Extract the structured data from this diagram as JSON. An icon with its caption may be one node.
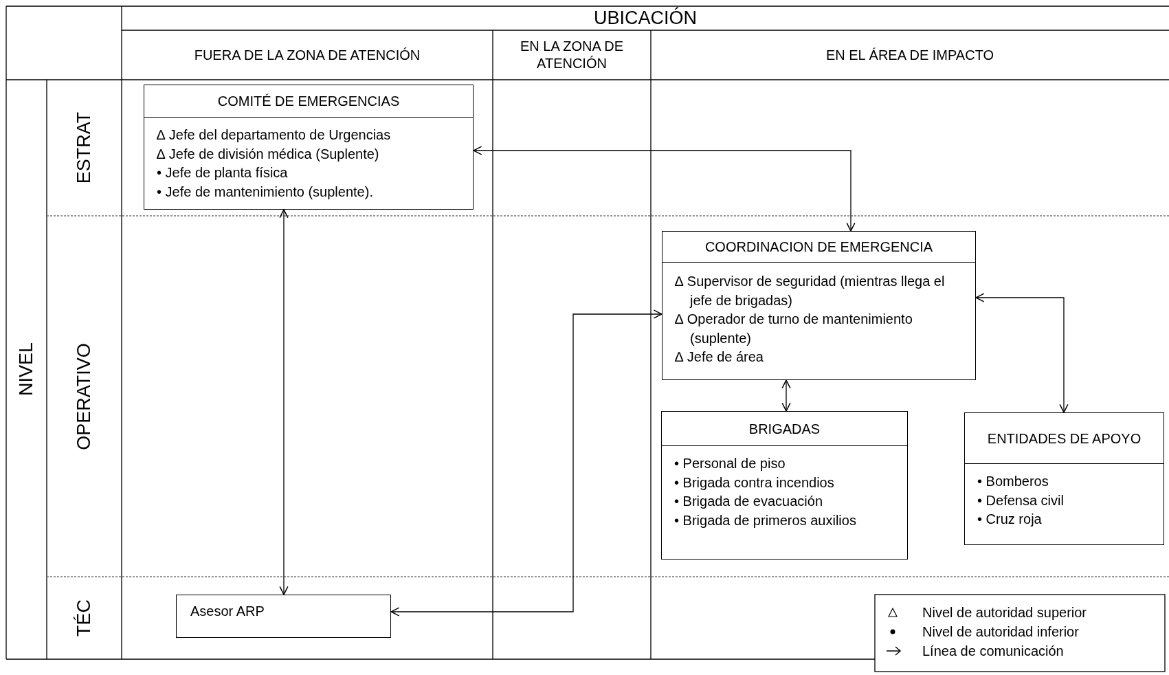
{
  "diagram": {
    "nodes": [
      {
        "text": [
          "COMITÉ DE EMERGENCIAS",
          "∆ Jefe del departamento de Urgencias",
          "∆ Jefe de división médica (Suplente)",
          "• Jefe de planta física",
          "• Jefe de mantenimiento (suplente)."
        ]
      },
      {
        "text": [
          "COORDINACION DE EMERGENCIA",
          "∆ Supervisor de seguridad (mientras llega el jefe de brigadas)",
          "∆ Operador de turno de mantenimiento (suplente)",
          "∆ Jefe de área"
        ]
      },
      {
        "text": [
          "BRIGADAS",
          "• Personal de piso",
          "• Brigada contra incendios",
          "• Brigada de evacuación",
          "• Brigada de primeros auxilios"
        ]
      },
      {
        "text": [
          "ENTIDADES DE APOYO",
          "• Bomberos",
          "• Defensa civil",
          "• Cruz roja"
        ]
      },
      {
        "text": [
          "Asesor ARP"
        ]
      }
    ],
    "edges": [
      {
        "from": 0,
        "to": 1,
        "arrow": "both"
      },
      {
        "from": 0,
        "to": 4,
        "arrow": "both"
      },
      {
        "from": 4,
        "to": 1,
        "arrow": "both"
      },
      {
        "from": 1,
        "to": 2,
        "arrow": "both"
      },
      {
        "from": 1,
        "to": 3,
        "arrow": "both"
      }
    ],
    "labels": [
      "UBICACIÓN",
      "FUERA DE LA ZONA DE ATENCIÓN",
      "EN LA ZONA DE ATENCIÓN",
      "EN EL ÁREA DE IMPACTO",
      "NIVEL",
      "ESTRAT",
      "OPERATIVO",
      "TÉC"
    ],
    "legend": [
      {
        "text": "Nivel de autoridad superior"
      },
      {
        "text": "Nivel de autoridad inferior"
      },
      {
        "text": "Línea de comunicación"
      }
    ]
  }
}
